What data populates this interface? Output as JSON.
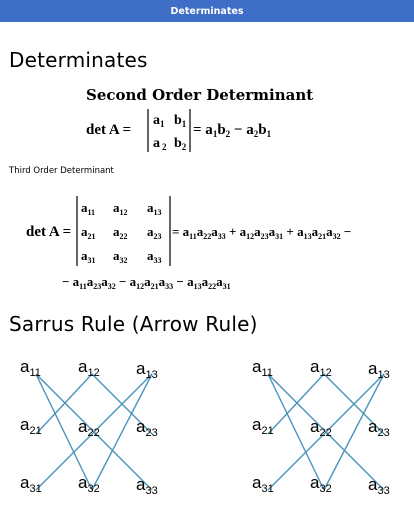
{
  "appbar": {
    "title": "Determinates"
  },
  "page": {
    "heading": "Determinates",
    "second_order_title": "Second Order Determinant",
    "third_order_title": "Third Order Determinant",
    "sarrus_title": "Sarrus Rule (Arrow Rule)"
  },
  "formula2": {
    "lhs": "det A =",
    "cells": {
      "a1": "a",
      "b1": "b",
      "a2": "a",
      "b2": "b",
      "sub1": "1",
      "sub2": "2"
    },
    "rhs": "= a1b2 − a2b1"
  },
  "formula3": {
    "lhs": "det A =",
    "line1_tail": "+ a12a23a31 + a13a21a32 −",
    "line2": "− a11a23a32 − a12a21a33 − a13a22a31"
  },
  "sarrus": {
    "labels": [
      "a11",
      "a12",
      "a13",
      "a21",
      "a22",
      "a23",
      "a31",
      "a32",
      "a33"
    ],
    "line_color": "#4a93bb"
  }
}
